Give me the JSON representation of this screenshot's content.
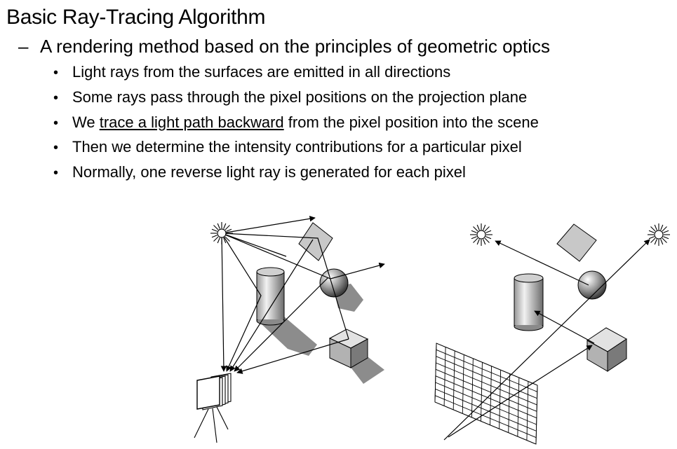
{
  "slide": {
    "title": "Basic Ray-Tracing Algorithm",
    "level1": {
      "marker": "–",
      "text": "A rendering method based on the principles of geometric optics"
    },
    "bullets": [
      {
        "marker": "•",
        "pre": "Light rays from the surfaces are emitted in all directions",
        "link": "",
        "post": ""
      },
      {
        "marker": "•",
        "pre": "Some rays pass through the pixel positions on the projection plane",
        "link": "",
        "post": ""
      },
      {
        "marker": "•",
        "pre": "We ",
        "link": "trace a light path backward",
        "post": " from the pixel position into the scene"
      },
      {
        "marker": "•",
        "pre": "Then we determine the intensity contributions for a particular pixel",
        "link": "",
        "post": ""
      },
      {
        "marker": "•",
        "pre": "Normally, one reverse light ray is generated for each pixel",
        "link": "",
        "post": ""
      }
    ]
  },
  "figures": {
    "left": {
      "icons": [
        "light-source-icon",
        "diamond-plate",
        "sphere",
        "cylinder",
        "cube",
        "camera-icon"
      ]
    },
    "right": {
      "icons": [
        "light-source-icon",
        "light-source-icon",
        "diamond-plate",
        "sphere",
        "cylinder",
        "cube",
        "projection-grid"
      ]
    }
  },
  "colors": {
    "text": "#000000",
    "shape_fill": "#c8c8c8",
    "shadow": "#8c8c8c"
  }
}
